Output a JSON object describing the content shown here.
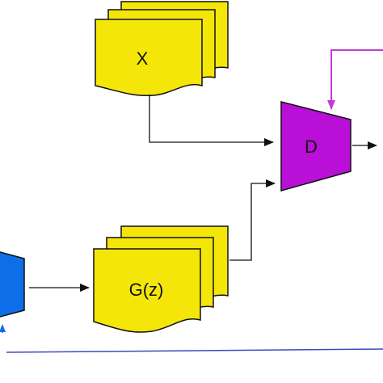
{
  "diagram": {
    "real_data_stack": {
      "label": "X"
    },
    "generated_stack": {
      "label": "G(z)"
    },
    "discriminator": {
      "label": "D"
    },
    "generator": {
      "label": ""
    }
  },
  "colors": {
    "stack_fill": "#f5e60a",
    "discriminator_fill": "#b90fd6",
    "generator_fill": "#0d6ee8",
    "feedback_line": "#c23cd6",
    "bottom_line": "#3b4bbf",
    "edge_stroke": "#111111"
  }
}
